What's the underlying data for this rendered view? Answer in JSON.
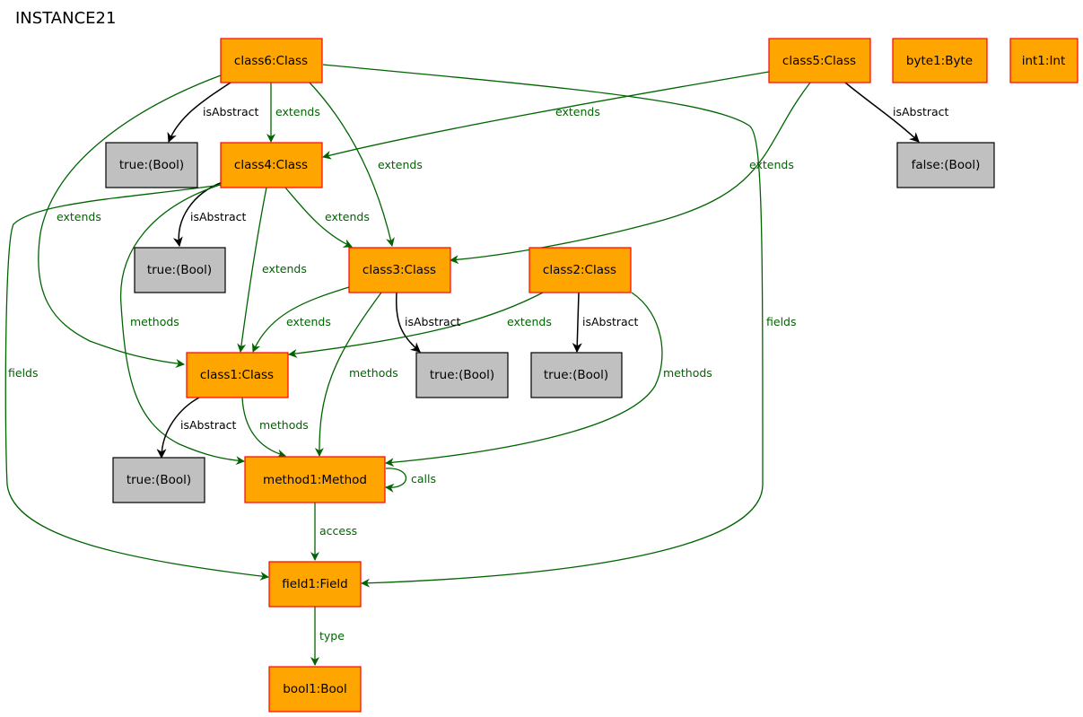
{
  "diagram_title": "INSTANCE21",
  "colors": {
    "object_fill": "#ffa500",
    "object_border": "#ff0000",
    "value_fill": "#c0c0c0",
    "value_border": "#000000",
    "relation_edge": "#006400",
    "attribute_edge": "#000000"
  },
  "nodes": {
    "class6": "class6:Class",
    "class5": "class5:Class",
    "byte1": "byte1:Byte",
    "int1": "int1:Int",
    "true_c6": "true:(Bool)",
    "class4": "class4:Class",
    "false_c5": "false:(Bool)",
    "true_c4": "true:(Bool)",
    "class3": "class3:Class",
    "class2": "class2:Class",
    "class1": "class1:Class",
    "true_c3": "true:(Bool)",
    "true_c2": "true:(Bool)",
    "true_c1": "true:(Bool)",
    "method1": "method1:Method",
    "field1": "field1:Field",
    "bool1": "bool1:Bool"
  },
  "edges": {
    "c6_isabstract": "isAbstract",
    "c6_c4_extends": "extends",
    "c6_c3_extends": "extends",
    "c6_c1_extends": "extends",
    "c6_field_fields": "fields",
    "c5_c4_extends": "extends",
    "c5_c3_extends": "extends",
    "c5_isabstract": "isAbstract",
    "c4_isabstract": "isAbstract",
    "c4_c3_extends": "extends",
    "c4_c1_extends": "extends",
    "c4_method_methods": "methods",
    "c4_field_fields": "fields",
    "c3_c1_extends": "extends",
    "c3_isabstract": "isAbstract",
    "c3_method_methods": "methods",
    "c2_c1_extends": "extends",
    "c2_isabstract": "isAbstract",
    "c2_method_methods": "methods",
    "c1_isabstract": "isAbstract",
    "c1_method_methods": "methods",
    "method_calls": "calls",
    "method_field_access": "access",
    "field_type": "type"
  }
}
